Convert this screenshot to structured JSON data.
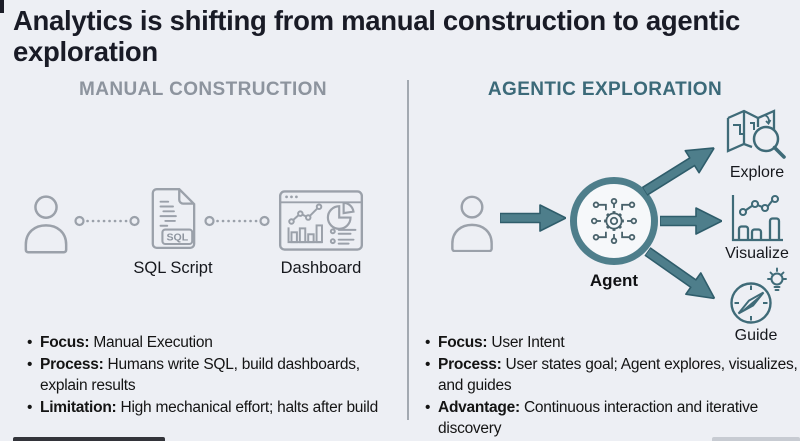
{
  "title": "Analytics is shifting from manual construction to agentic exploration",
  "left": {
    "header": "MANUAL CONSTRUCTION",
    "flow": {
      "sql_badge": "SQL",
      "sql_label": "SQL Script",
      "dashboard_label": "Dashboard"
    },
    "bullets": [
      {
        "term": "Focus:",
        "rest": " Manual Execution"
      },
      {
        "term": "Process:",
        "rest": " Humans write SQL, build dashboards, explain results"
      },
      {
        "term": "Limitation:",
        "rest": " High mechanical effort; halts after build"
      }
    ]
  },
  "right": {
    "header": "AGENTIC EXPLORATION",
    "agent_label": "Agent",
    "outputs": [
      {
        "icon": "map-magnifier-icon",
        "label": "Explore"
      },
      {
        "icon": "bar-line-chart-icon",
        "label": "Visualize"
      },
      {
        "icon": "compass-lightbulb-icon",
        "label": "Guide"
      }
    ],
    "bullets": [
      {
        "term": "Focus:",
        "rest": " User Intent"
      },
      {
        "term": "Process:",
        "rest": " User states goal; Agent explores, visualizes, and guides"
      },
      {
        "term": "Advantage:",
        "rest": " Continuous interaction and iterative discovery"
      }
    ]
  },
  "icons": [
    "user-icon",
    "sql-script-icon",
    "dashboard-icon",
    "agent-hub-icon",
    "arrow-icon",
    "map-magnifier-icon",
    "bar-line-chart-icon",
    "compass-lightbulb-icon"
  ],
  "colors": {
    "background": "#edeff4",
    "title_text": "#191b26",
    "left_header_gray": "#8d949e",
    "right_header_teal": "#3c6a79",
    "arrow_teal": "#4e7e8b",
    "arrow_outline": "#2f5d6b",
    "gray_icon_stroke": "#9ba1aa",
    "teal_icon_stroke": "#3f6b78",
    "body_text": "#141414"
  }
}
